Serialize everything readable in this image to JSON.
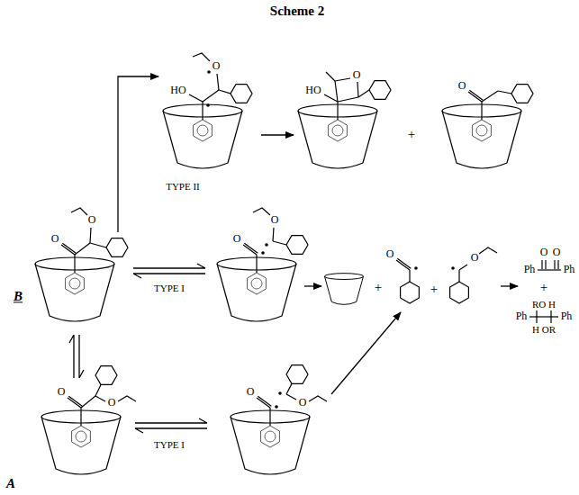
{
  "diagram": {
    "title": "Scheme 2",
    "labels": [
      "HO",
      "O",
      "TYPE II",
      "HO",
      "O",
      "+",
      "O",
      "O",
      "O",
      "B",
      "TYPE I",
      "O",
      "O",
      "+",
      "O",
      "+",
      "O",
      "Ph",
      "O",
      "O",
      "Ph",
      "+",
      "RO H",
      "Ph",
      "Ph",
      "H OR",
      "O",
      "O",
      "A",
      "TYPE I",
      "O",
      "O"
    ]
  }
}
